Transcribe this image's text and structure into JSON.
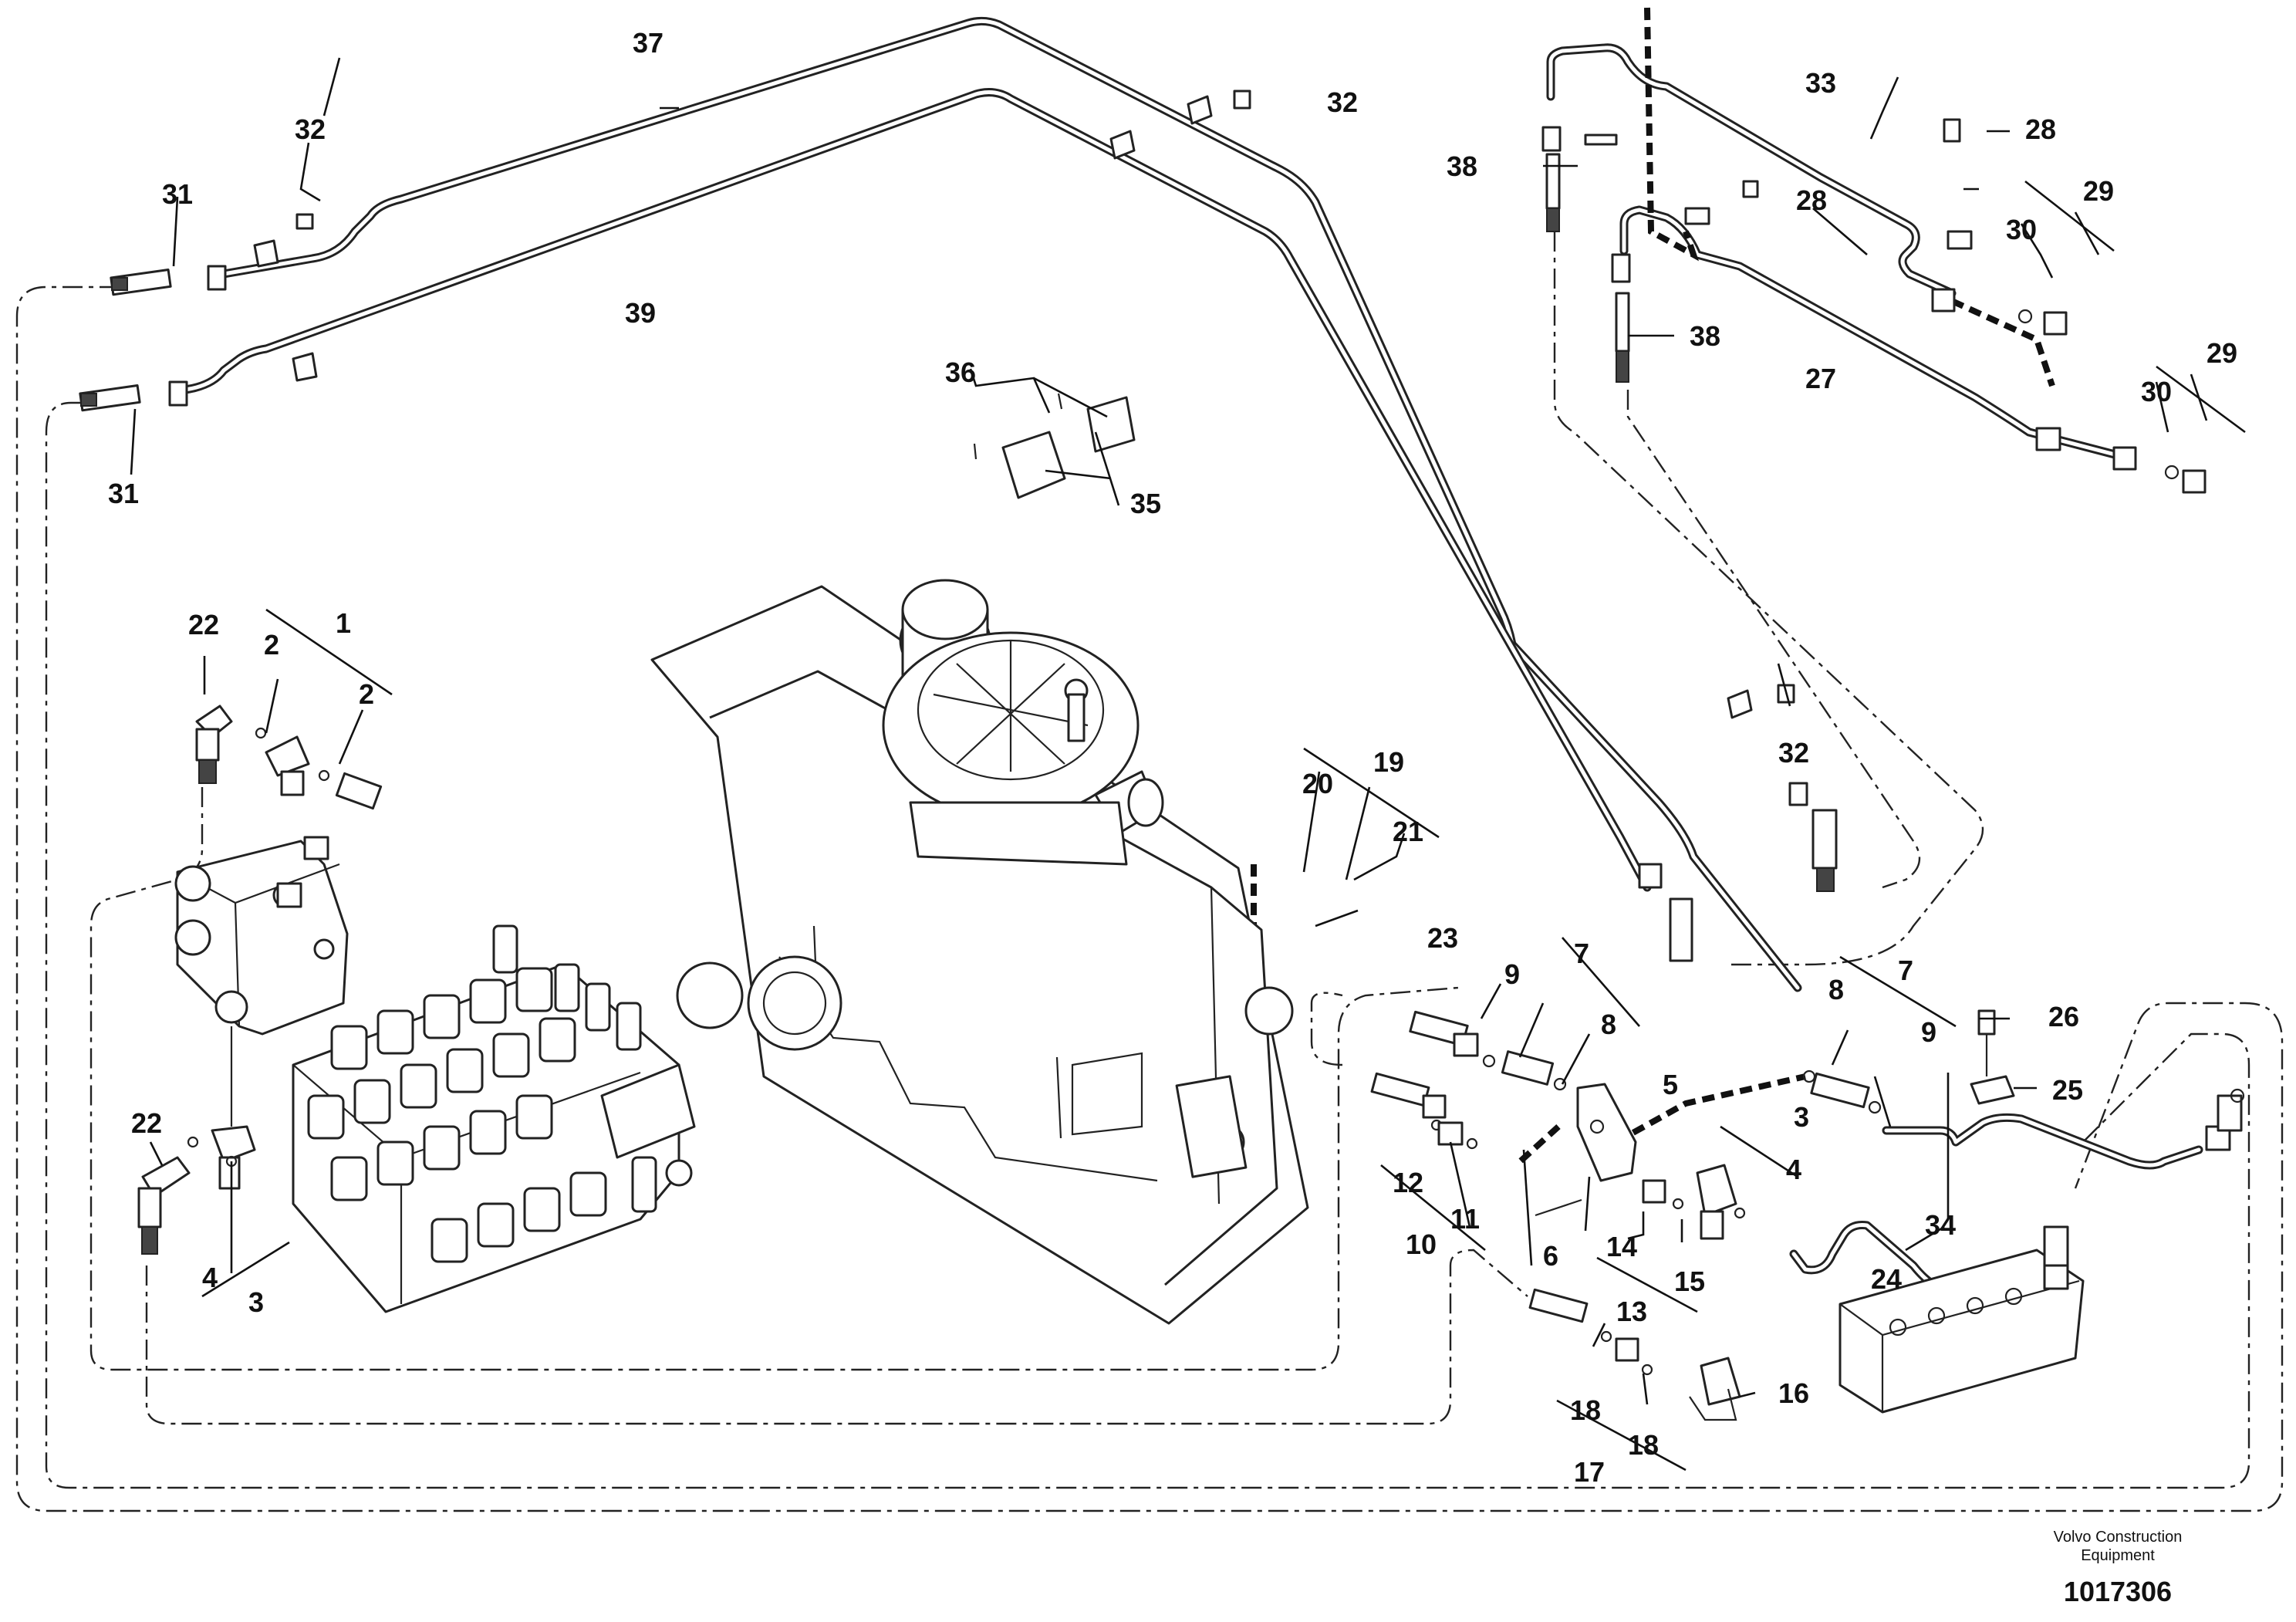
{
  "diagram": {
    "callouts": {
      "c1": "1",
      "c2": "2",
      "c3": "3",
      "c4": "4",
      "c5": "5",
      "c6": "6",
      "c7": "7",
      "c8": "8",
      "c9": "9",
      "c10": "10",
      "c11": "11",
      "c12": "12",
      "c13": "13",
      "c14": "14",
      "c15": "15",
      "c16": "16",
      "c17": "17",
      "c18": "18",
      "c19": "19",
      "c20": "20",
      "c21": "21",
      "c22": "22",
      "c23": "23",
      "c24": "24",
      "c25": "25",
      "c26": "26",
      "c27": "27",
      "c28": "28",
      "c29": "29",
      "c30": "30",
      "c31": "31",
      "c32": "32",
      "c33": "33",
      "c34": "34",
      "c35": "35",
      "c36": "36",
      "c37": "37",
      "c38": "38",
      "c39": "39"
    },
    "credit_line1": "Volvo Construction",
    "credit_line2": "Equipment",
    "figure_id": "1017306"
  }
}
